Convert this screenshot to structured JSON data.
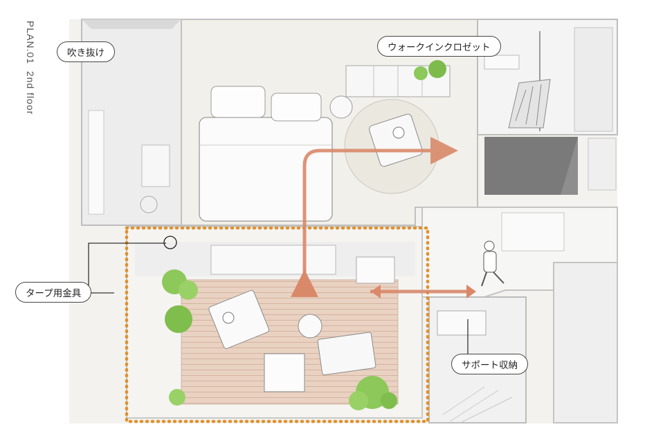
{
  "plan_label": "PLAN.01  2nd floor",
  "callouts": {
    "fukinuke": "吹き抜け",
    "walk_in_closet": "ウォークインクロゼット",
    "tarp_hardware": "タープ用金具",
    "support_storage": "サポート収納"
  },
  "colors": {
    "arrow": "#d9896a",
    "dotted_outline": "#e0912e",
    "floor": "#f1efe9",
    "wall": "#d4d4d4",
    "deck": "#e6cdbd",
    "plant": "#8cc85a"
  },
  "icons": [
    "plant-icon",
    "chair-icon",
    "bed-icon",
    "person-icon",
    "clothes-rack-icon"
  ]
}
